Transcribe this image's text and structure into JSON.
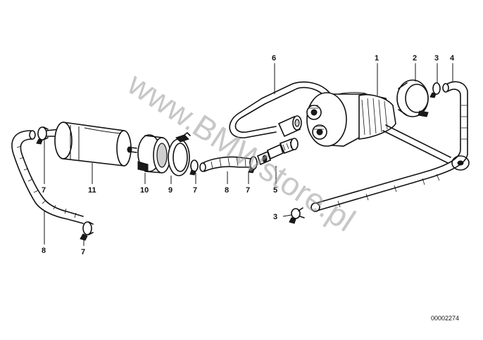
{
  "watermark": "www.BMWstore.pl",
  "document_id": "00002274",
  "callouts": {
    "fuel_pump": "1",
    "pump_ring": "2",
    "clamp_right": "3",
    "hose_right": "4",
    "check_valve": "5",
    "pressure_line": "6",
    "clamp_left_hose": "7",
    "clamp_filter_out": "7",
    "clamp_left_end": "7",
    "clamp_mid": "7",
    "hose_left": "8",
    "hose_mid": "8",
    "hose_clip": "9",
    "filter_ring": "10",
    "fuel_filter": "11",
    "clamp_lower": "3"
  }
}
